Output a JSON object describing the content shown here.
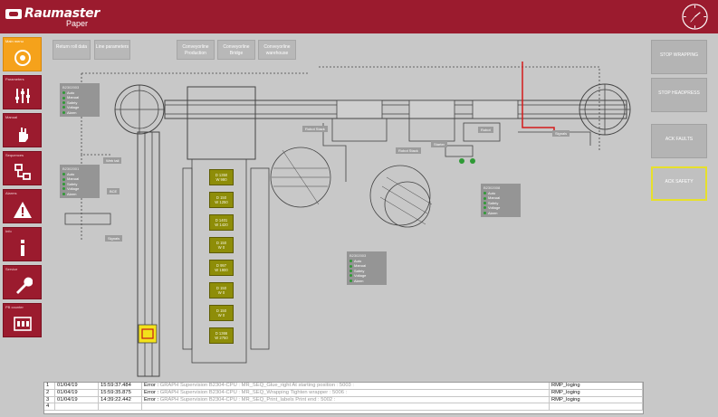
{
  "header": {
    "brand": "Raumaster",
    "product": "Paper"
  },
  "sidebar": {
    "items": [
      {
        "label": "Main menu",
        "icon": "target-icon",
        "active": true
      },
      {
        "label": "Parameters",
        "icon": "sliders-icon",
        "active": false
      },
      {
        "label": "Manual",
        "icon": "hand-icon",
        "active": false
      },
      {
        "label": "Sequences",
        "icon": "sequence-icon",
        "active": false
      },
      {
        "label": "Alarms",
        "icon": "warning-icon",
        "active": false
      },
      {
        "label": "Info",
        "icon": "info-icon",
        "active": false
      },
      {
        "label": "Service",
        "icon": "wrench-icon",
        "active": false
      },
      {
        "label": "PB counter",
        "icon": "counter-icon",
        "active": false
      }
    ]
  },
  "topbar": {
    "return_roll_data": "Return roll data",
    "line_parameters": "Line parameters",
    "conveyorline_production": "Conveyorline Production",
    "conveyorline_bridge": "Conveyorline Bridge",
    "conveyorline_warehouse": "Conveyorline warehouse"
  },
  "right_panel": {
    "stop_wrapping": "STOP WRAPPING",
    "stop_headpress": "STOP HEADPRESS",
    "ack_faults": "ACK FAULTS",
    "ack_safety": "ACK SAFETY"
  },
  "status_boxes": [
    {
      "title": "B2302003",
      "rows": [
        "Auto",
        "Manual",
        "Safety",
        "Voltage",
        "Alarm"
      ]
    },
    {
      "title": "B2302001",
      "rows": [
        "Auto",
        "Manual",
        "Safety",
        "Voltage",
        "Alarm"
      ]
    },
    {
      "title": "B2302008",
      "rows": [
        "Auto",
        "Manual",
        "Safety",
        "Voltage",
        "Alarm"
      ]
    },
    {
      "title": "B2302003",
      "rows": [
        "Auto",
        "Manual",
        "Safety",
        "Voltage",
        "Alarm"
      ]
    }
  ],
  "plant_tags": {
    "robot_stack_1": "Robot Stack",
    "robot_stack_2": "Robot Stack",
    "robot": "Robot",
    "starter": "Starter",
    "signals_right": "Signals",
    "signals_left": "Signals",
    "web_tail": "Web tail",
    "bce": "BCE"
  },
  "rolls": [
    {
      "d": "D 1350",
      "w": "W 980"
    },
    {
      "d": "D 150",
      "w": "W 1250"
    },
    {
      "d": "D 1401",
      "w": "W 1420"
    },
    {
      "d": "D 150",
      "w": "W 0"
    },
    {
      "d": "D 997",
      "w": "W 1900"
    },
    {
      "d": "D 150",
      "w": "W 0"
    },
    {
      "d": "D 150",
      "w": "W 0"
    },
    {
      "d": "D 1366",
      "w": "W 2750"
    }
  ],
  "log": {
    "rows": [
      {
        "idx": "1",
        "date": "01/04/19",
        "time": "15:59:37.484",
        "prefix": "Error :",
        "detail": "GRAPH Supervision  B2304-CPU :  MR_SEQ_Glue_right   At starting position : 5003 :",
        "source": "RMP_loging"
      },
      {
        "idx": "2",
        "date": "01/04/19",
        "time": "15:59:35.875",
        "prefix": "Error :",
        "detail": "GRAPH Supervision  B2304-CPU :  MR_SEQ_Wrapping   Tighten wrapper : 5006 :",
        "source": "RMP_loging"
      },
      {
        "idx": "3",
        "date": "01/04/19",
        "time": "14:39:22.442",
        "prefix": "Error :",
        "detail": "GRAPH Supervision  B2304-CPU :  MR_SEQ_Print_labels   Print end : 5002 :",
        "source": "RMP_loging"
      },
      {
        "idx": "4",
        "date": "",
        "time": "",
        "prefix": "",
        "detail": "",
        "source": ""
      }
    ]
  },
  "colors": {
    "brand": "#9b1b2e",
    "active": "#f5a21b",
    "roll": "#8e8d08",
    "status_ok": "#2f9a36",
    "highlight": "#e7e02b"
  }
}
